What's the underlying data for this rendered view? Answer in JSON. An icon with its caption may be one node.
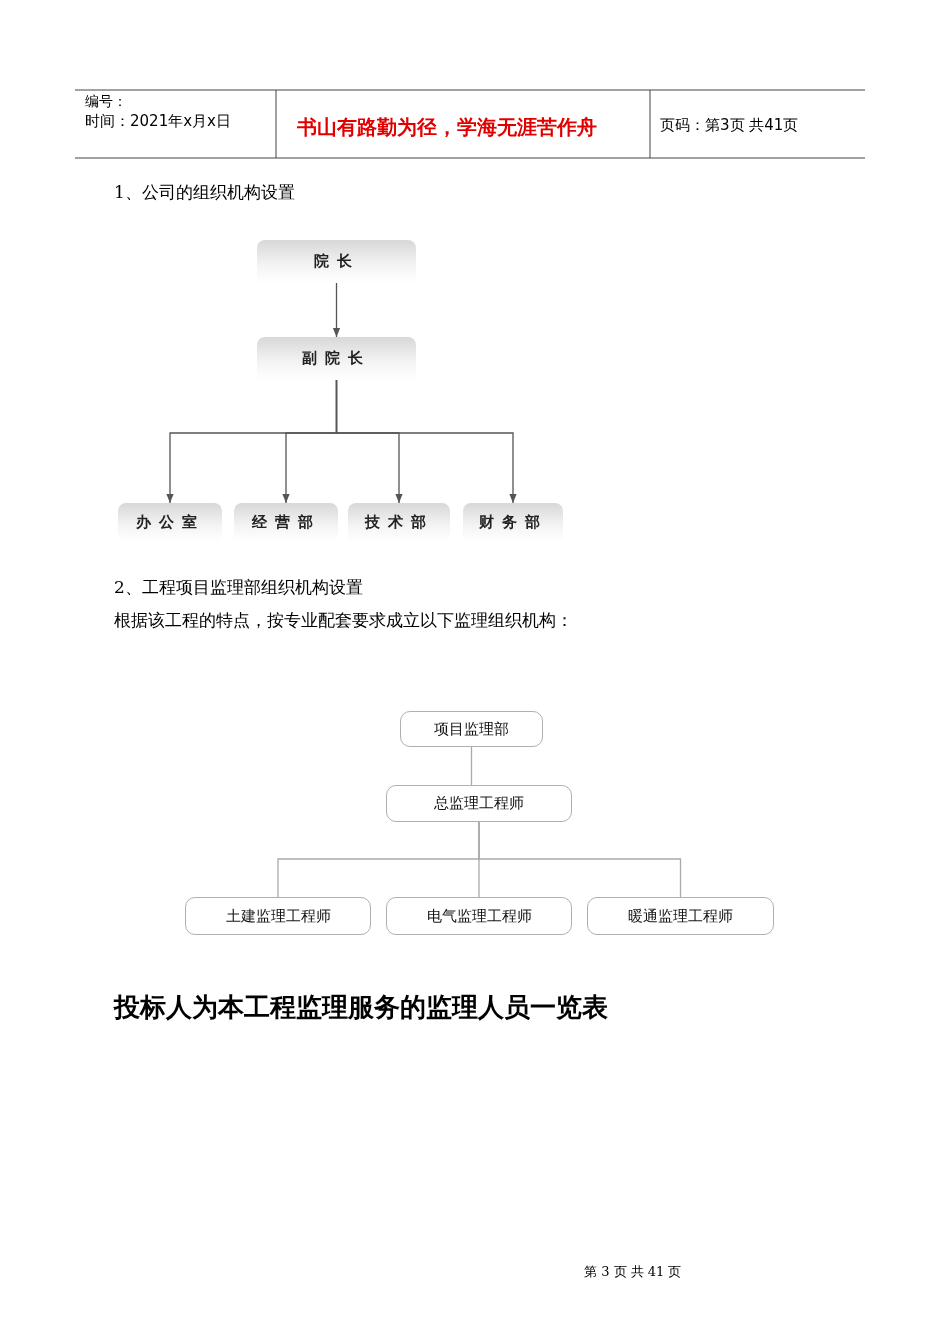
{
  "diagram": {
    "nodes": [
      {
        "text": [
          "院长"
        ]
      },
      {
        "text": [
          "副院长"
        ]
      },
      {
        "text": [
          "办公室"
        ]
      },
      {
        "text": [
          "经营部"
        ]
      },
      {
        "text": [
          "技术部"
        ]
      },
      {
        "text": [
          "财务部"
        ]
      },
      {
        "text": [
          "项目监理部"
        ]
      },
      {
        "text": [
          "总监理工程师"
        ]
      },
      {
        "text": [
          "土建监理工程师"
        ]
      },
      {
        "text": [
          "电气监理工程师"
        ]
      },
      {
        "text": [
          "暖通监理工程师"
        ]
      }
    ],
    "edges": [
      {
        "from": 0,
        "to": 1,
        "arrow": "to"
      },
      {
        "from": 1,
        "to": 2,
        "arrow": "to"
      },
      {
        "from": 1,
        "to": 3,
        "arrow": "to"
      },
      {
        "from": 1,
        "to": 4,
        "arrow": "to"
      },
      {
        "from": 1,
        "to": 5,
        "arrow": "to"
      },
      {
        "from": 6,
        "to": 7,
        "arrow": "none"
      },
      {
        "from": 7,
        "to": 8,
        "arrow": "none"
      },
      {
        "from": 7,
        "to": 9,
        "arrow": "none"
      },
      {
        "from": 7,
        "to": 10,
        "arrow": "none"
      }
    ],
    "labels": [
      "编号：",
      "时间：2021年x月x日",
      "书山有路勤为径，学海无涯苦作舟",
      "页码：第3页 共41页",
      "1、公司的组织机构设置",
      "2、工程项目监理部组织机构设置",
      "根据该工程的特点，按专业配套要求成立以下监理组织机构：",
      "投标人为本工程监理服务的监理人员一览表",
      "第 3 页 共 41 页"
    ]
  }
}
